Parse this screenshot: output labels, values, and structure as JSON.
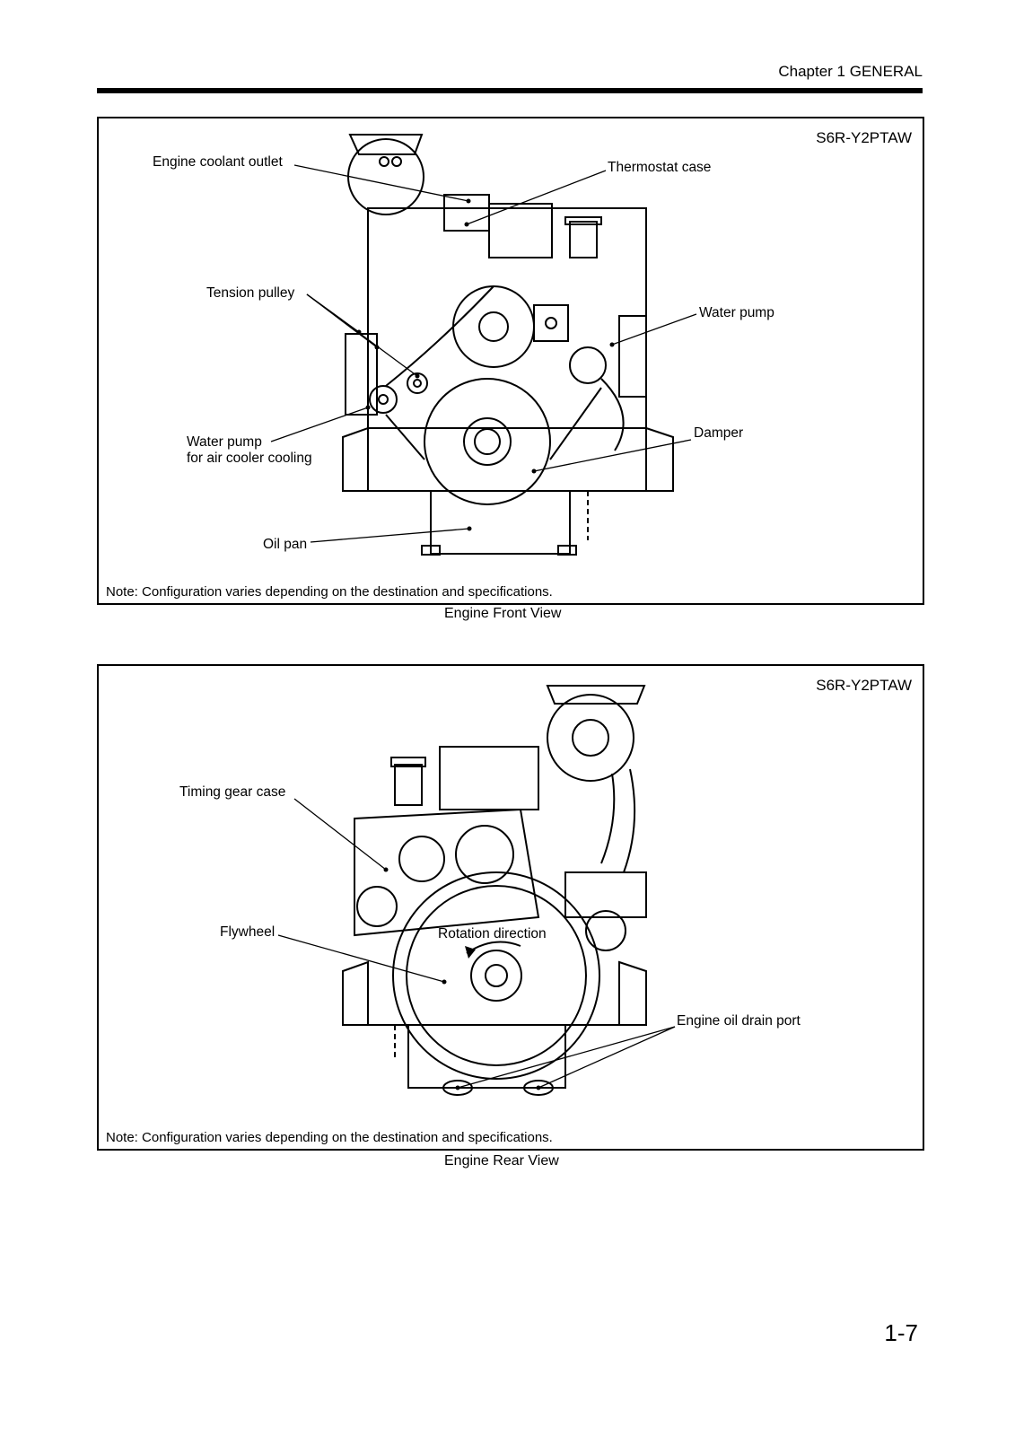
{
  "header": {
    "chapter": "Chapter 1  GENERAL"
  },
  "front_figure": {
    "model": "S6R-Y2PTAW",
    "labels": {
      "coolant_outlet": "Engine coolant outlet",
      "thermostat_case": "Thermostat case",
      "tension_pulley": "Tension pulley",
      "water_pump": "Water pump",
      "water_pump_air_line1": "Water pump",
      "water_pump_air_line2": "for air cooler cooling",
      "damper": "Damper",
      "oil_pan": "Oil pan"
    },
    "note": "Note: Configuration varies depending on the destination and specifications.",
    "caption": "Engine Front View"
  },
  "rear_figure": {
    "model": "S6R-Y2PTAW",
    "labels": {
      "timing_gear_case": "Timing gear case",
      "flywheel": "Flywheel",
      "rotation_direction": "Rotation direction",
      "oil_drain_port": "Engine oil drain port"
    },
    "note": "Note: Configuration varies depending on the destination and specifications.",
    "caption": "Engine Rear View"
  },
  "page_number": "1-7"
}
